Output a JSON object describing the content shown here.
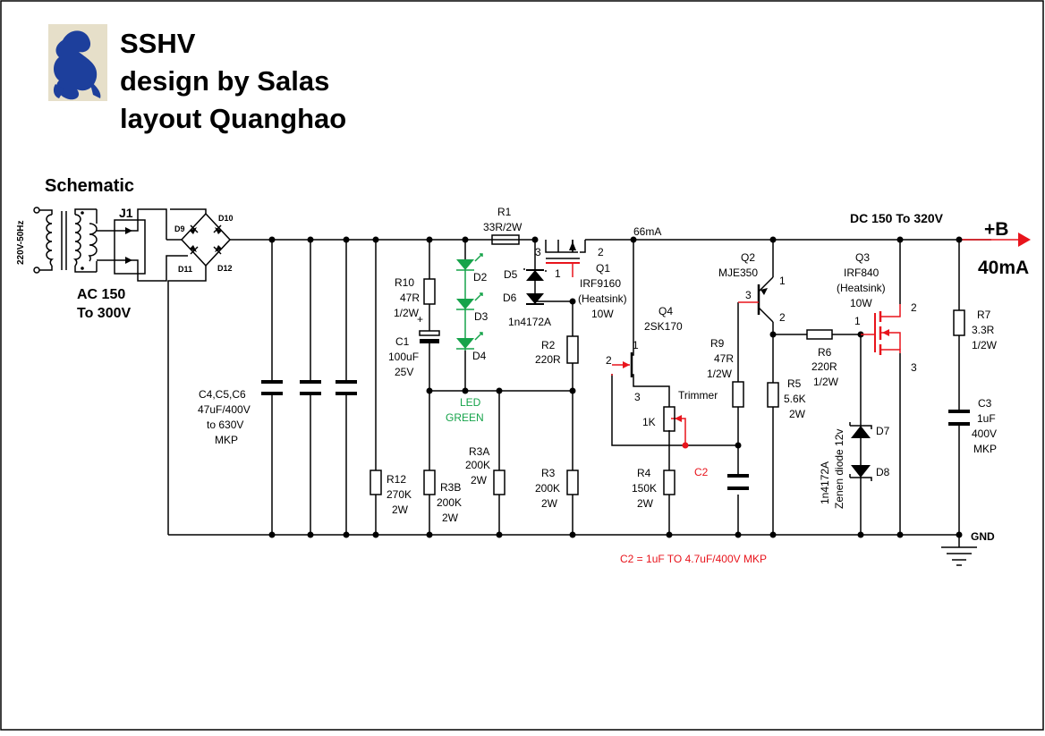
{
  "title": {
    "line1": "SSHV",
    "line2": "design by Salas",
    "line3": "layout Quanghao"
  },
  "labels": {
    "schematic": "Schematic",
    "mains": "220V-50Hz",
    "j1": "J1",
    "d9": "D9",
    "d10": "D10",
    "d11": "D11",
    "d12": "D12",
    "ac_line1": "AC 150",
    "ac_line2": "To 300V",
    "c456_l1": "C4,C5,C6",
    "c456_l2": "47uF/400V",
    "c456_l3": "to 630V",
    "c456_l4": "MKP",
    "r12_l1": "R12",
    "r12_l2": "270K",
    "r12_l3": "2W",
    "r10_l1": "R10",
    "r10_l2": "47R",
    "r10_l3": "1/2W",
    "plus": "+",
    "c1_l1": "C1",
    "c1_l2": "100uF",
    "c1_l3": "25V",
    "r3b_l1": "R3B",
    "r3b_l2": "200K",
    "r3b_l3": "2W",
    "d2": "D2",
    "d3": "D3",
    "d4": "D4",
    "led_l1": "LED",
    "led_l2": "GREEN",
    "r3a_l1": "R3A",
    "r3a_l2": "200K",
    "r3a_l3": "2W",
    "r1_l1": "R1",
    "r1_l2": "33R/2W",
    "d5": "D5",
    "d6": "D6",
    "d56_part": "1n4172A",
    "q1_pin3": "3",
    "q1_pin1": "1",
    "q1_pin2": "2",
    "q1_l1": "Q1",
    "q1_l2": "IRF9160",
    "q1_l3": "(Heatsink)",
    "q1_l4": "10W",
    "r2_l1": "R2",
    "r2_l2": "220R",
    "r3_l1": "R3",
    "r3_l2": "200K",
    "r3_l3": "2W",
    "current_66": "66mA",
    "q4_l1": "Q4",
    "q4_l2": "2SK170",
    "q4_pin1": "1",
    "q4_pin2": "2",
    "q4_pin3": "3",
    "trimmer": "Trimmer",
    "pot_1k": "1K",
    "r4_l1": "R4",
    "r4_l2": "150K",
    "r4_l3": "2W",
    "c2": "C2",
    "c2_note": "C2 = 1uF TO 4.7uF/400V MKP",
    "q2_l1": "Q2",
    "q2_l2": "MJE350",
    "q2_pin3": "3",
    "q2_pin1": "1",
    "q2_pin2": "2",
    "r9_l1": "R9",
    "r9_l2": "47R",
    "r9_l3": "1/2W",
    "r5_l1": "R5",
    "r5_l2": "5.6K",
    "r5_l3": "2W",
    "r6_l1": "R6",
    "r6_l2": "220R",
    "r6_l3": "1/2W",
    "dc_out": "DC 150 To 320V",
    "q3_l1": "Q3",
    "q3_l2": "IRF840",
    "q3_l3": "(Heatsink)",
    "q3_l4": "10W",
    "q3_pin1": "1",
    "q3_pin2": "2",
    "q3_pin3": "3",
    "zener_l1": "1n4172A",
    "zener_l2": "Zenen diode 12v",
    "d7": "D7",
    "d8": "D8",
    "r7_l1": "R7",
    "r7_l2": "3.3R",
    "r7_l3": "1/2W",
    "c3_l1": "C3",
    "c3_l2": "1uF",
    "c3_l3": "400V",
    "c3_l4": "MKP",
    "b_plus": "+B",
    "current_40": "40mA",
    "gnd": "GND"
  },
  "colors": {
    "wire": "#000000",
    "highlight": "#e8141c",
    "led": "#16a34a",
    "logo_bg": "#e6dfc9",
    "logo_fig": "#1d3f9c"
  }
}
